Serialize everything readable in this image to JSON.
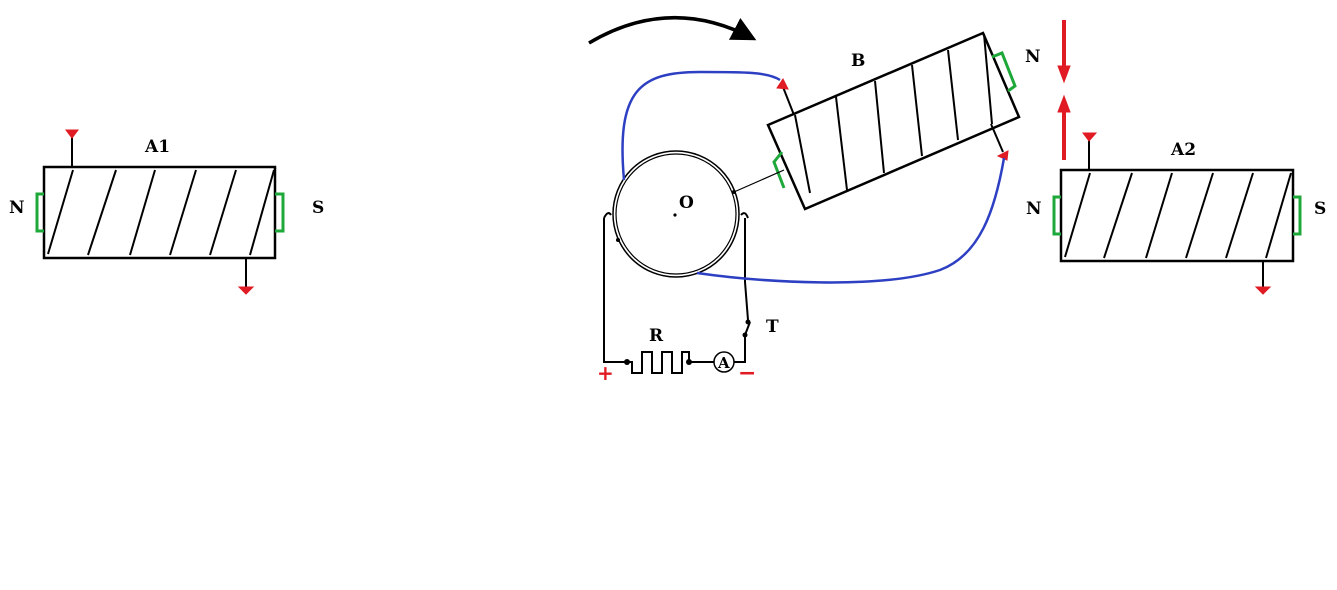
{
  "labels": {
    "coil_a1": "A1",
    "coil_a2": "A2",
    "coil_b": "B",
    "center": "O",
    "resistor": "R",
    "switch": "T",
    "ammeter": "A",
    "a1_left_pole": "N",
    "a1_right_pole": "S",
    "a2_left_pole": "N",
    "a2_right_pole": "S",
    "b_pole": "N",
    "plus_terminal": "+",
    "minus_terminal": "−"
  },
  "colors": {
    "wire": "#000000",
    "current_arrow": "#e01b24",
    "pole_plate": "#1fa83a",
    "connection_wire": "#2d3fc2"
  },
  "icons": {
    "rotation": "curved-arrow-icon",
    "force_down": "down-arrow-icon",
    "force_up": "up-arrow-icon"
  }
}
